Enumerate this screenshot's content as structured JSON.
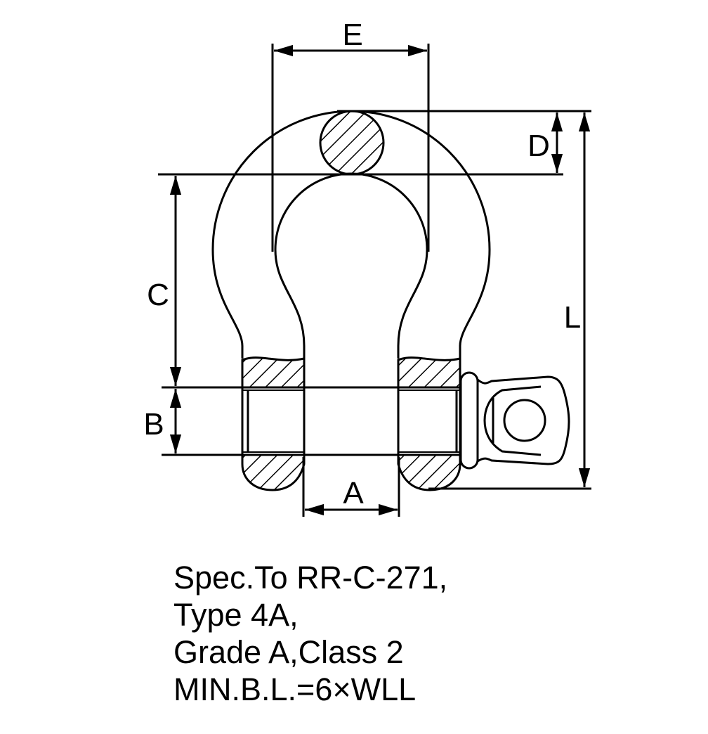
{
  "diagram": {
    "title": "Anchor shackle dimension drawing",
    "dimension_labels": {
      "E": "E",
      "D": "D",
      "C": "C",
      "B": "B",
      "A": "A",
      "L": "L"
    }
  },
  "spec": {
    "lines": [
      "Spec.To RR-C-271,",
      "Type 4A,",
      "Grade A,Class 2",
      "MIN.B.L.=6×WLL"
    ]
  },
  "colors": {
    "ink": "#000000",
    "background": "#ffffff"
  }
}
